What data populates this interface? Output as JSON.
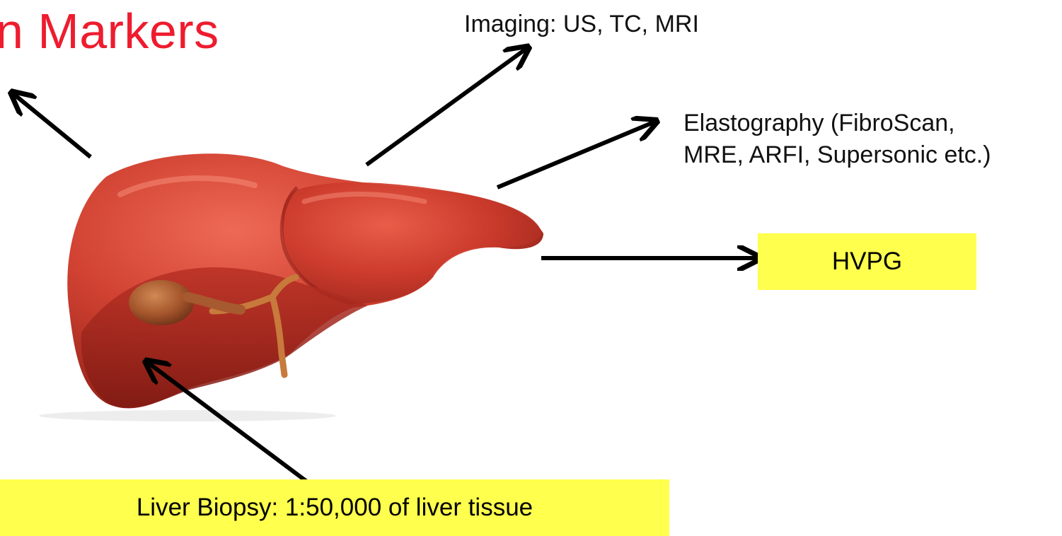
{
  "slide": {
    "title": "n Markers",
    "title_color": "#ee1c2e",
    "imaging_label": "Imaging: US, TC, MRI",
    "elastography_line1": "Elastography (FibroScan,",
    "elastography_line2": "MRE, ARFI, Supersonic etc.)",
    "hvpg_label": "HVPG",
    "biopsy_label": "Liver Biopsy: 1:50,000 of liver tissue",
    "highlight_color": "#ffff4d",
    "arrow_color": "#000000",
    "liver_color": "#c8372c",
    "gallbladder_color": "#a5542a"
  }
}
